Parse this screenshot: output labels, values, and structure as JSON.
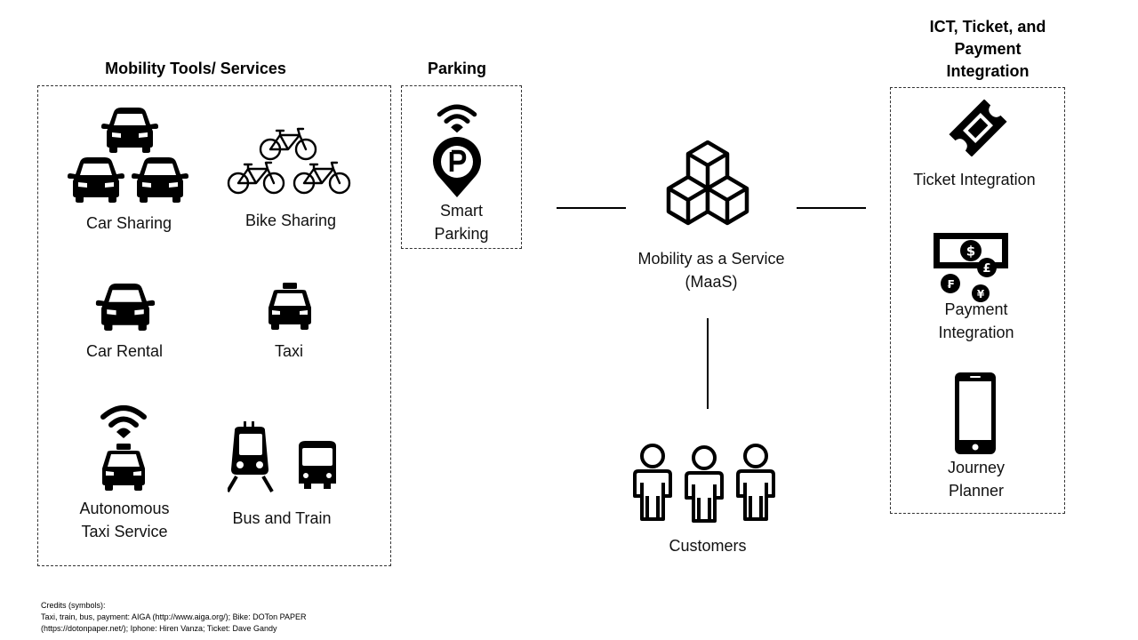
{
  "mobility_tools": {
    "heading": "Mobility Tools/ Services",
    "items": {
      "car_sharing": "Car Sharing",
      "bike_sharing": "Bike Sharing",
      "car_rental": "Car Rental",
      "taxi": "Taxi",
      "autonomous_taxi": [
        "Autonomous",
        "Taxi Service"
      ],
      "bus_train": "Bus and Train"
    }
  },
  "parking": {
    "heading": "Parking",
    "label": [
      "Smart",
      "Parking"
    ]
  },
  "center": {
    "label": [
      "Mobility as a Service",
      "(MaaS)"
    ]
  },
  "customers": {
    "label": "Customers"
  },
  "ict": {
    "heading": [
      "ICT, Ticket, and",
      "Payment",
      "Integration"
    ],
    "items": {
      "ticket": "Ticket Integration",
      "payment": [
        "Payment",
        "Integration"
      ],
      "journey": [
        "Journey",
        "Planner"
      ]
    }
  },
  "credits": [
    "Credits (symbols):",
    "Taxi, train, bus, payment: AIGA (http://www.aiga.org/); Bike: DOTon PAPER",
    "(https://dotonpaper.net/); Iphone: Hiren Vanza; Ticket:  Dave Gandy"
  ]
}
